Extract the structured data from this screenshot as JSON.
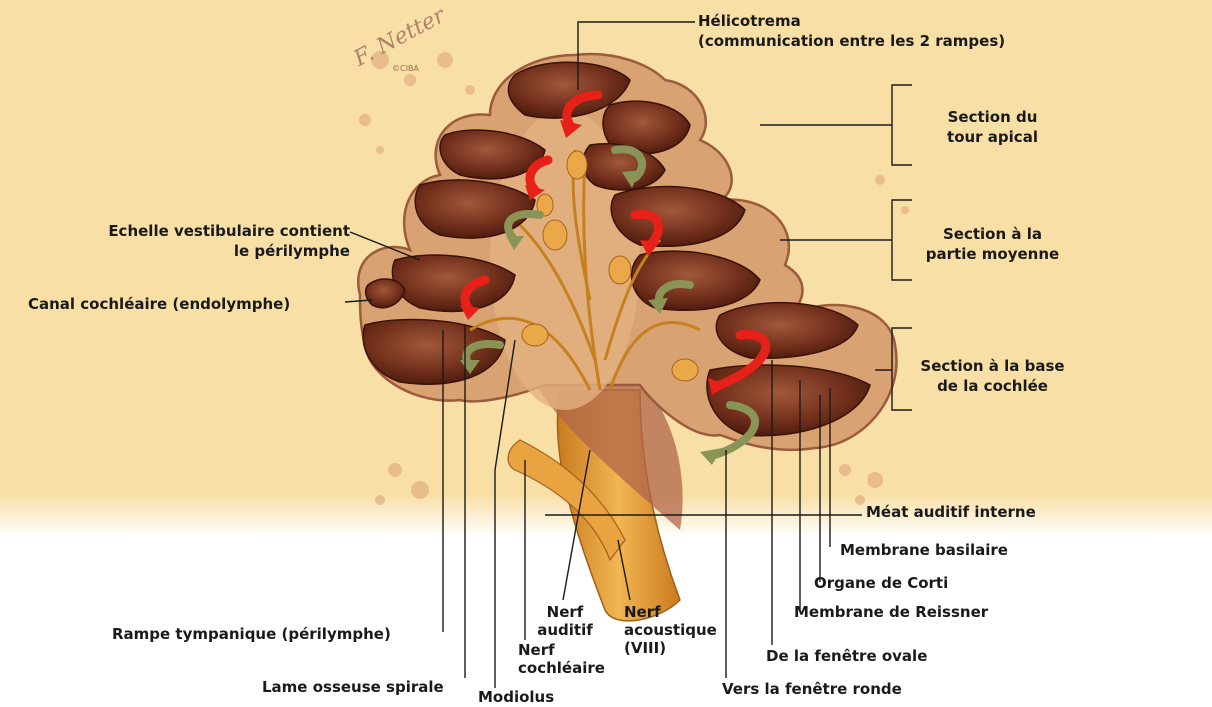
{
  "signature": "F. Netter",
  "signature_sub": "©CIBA",
  "labels": {
    "helicotrema": "Hélicotrema",
    "helicotrema_sub": "(communication entre les 2 rampes)",
    "apical_1": "Section du",
    "apical_2": "tour apical",
    "moyenne_1": "Section à la",
    "moyenne_2": "partie moyenne",
    "base_1": "Section à la base",
    "base_2": "de la cochlée",
    "echelle_1": "Echelle vestibulaire contient",
    "echelle_2": "le périlymphe",
    "canal": "Canal cochléaire (endolymphe)",
    "meat": "Méat auditif interne",
    "basilaire": "Membrane basilaire",
    "corti": "Organe de Corti",
    "reissner": "Membrane de Reissner",
    "ovale": "De la fenêtre ovale",
    "ronde": "Vers la fenêtre ronde",
    "rampe": "Rampe tympanique (périlymphe)",
    "lame": "Lame osseuse spirale",
    "modiolus": "Modiolus",
    "nerf_auditif_1": "Nerf",
    "nerf_auditif_2": "auditif",
    "nerf_cochl_1": "Nerf",
    "nerf_cochl_2": "cochléaire",
    "nerf_acou_1": "Nerf",
    "nerf_acou_2": "acoustique",
    "nerf_acou_3": "(VIII)"
  },
  "colors": {
    "background": "#f8dfa6",
    "bone": "#d9a273",
    "chamber": "#6e2d1a",
    "nerve": "#e8a640",
    "arrow_red": "#e8201a",
    "arrow_green": "#8a9456"
  }
}
